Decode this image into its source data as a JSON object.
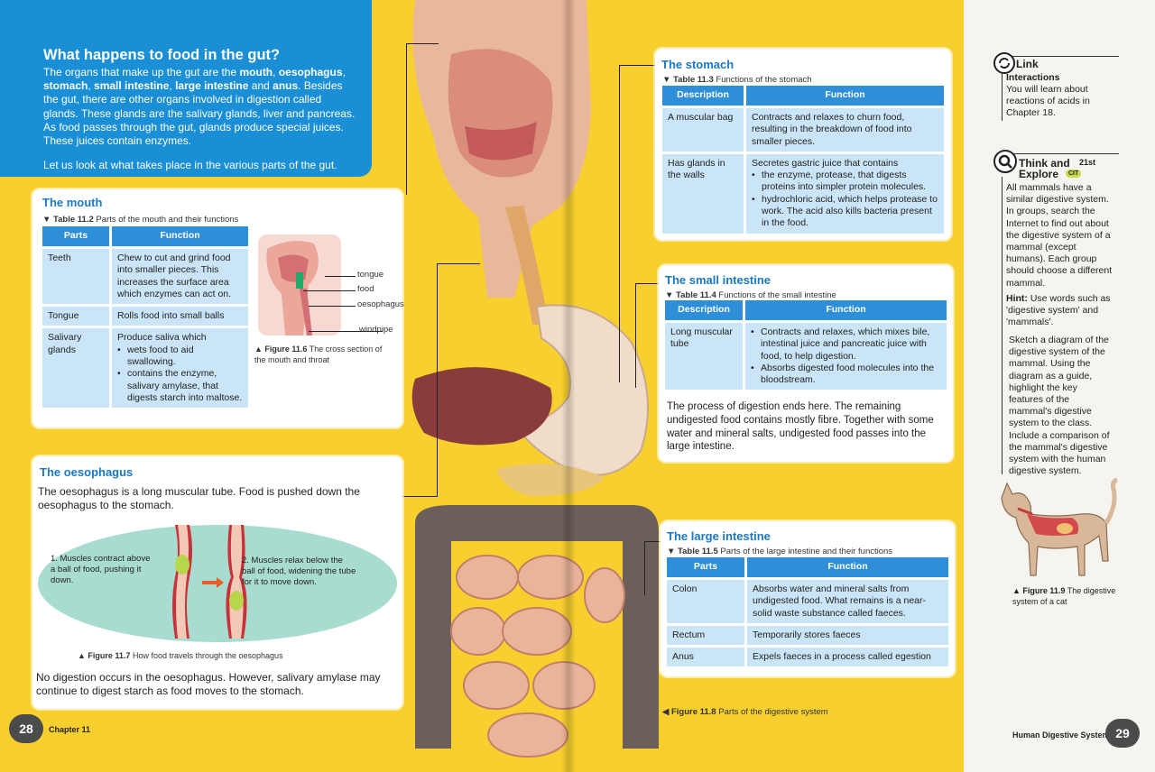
{
  "intro": {
    "title": "What happens to food in the gut?",
    "p1_a": "The organs that make up the gut are the ",
    "p1_mouth": "mouth",
    "p1_sep1": ", ",
    "p1_oeso": "oesophagus",
    "p1_sep2": ", ",
    "p1_stomach": "stomach",
    "p1_sep3": ", ",
    "p1_small": "small intestine",
    "p1_sep4": ", ",
    "p1_large": "large intestine",
    "p1_and": " and ",
    "p1_anus": "anus",
    "p1_rest": ". Besides the gut, there are other organs involved in digestion called glands. These glands are the salivary glands, liver and pancreas. As food passes through the gut, glands produce special juices. These juices contain enzymes.",
    "p2": "Let us look at what takes place in the various parts of the gut."
  },
  "mouth": {
    "title": "The mouth",
    "caption_num": "▼ Table 11.2",
    "caption_txt": "Parts of the mouth and their functions",
    "headers": [
      "Parts",
      "Function"
    ],
    "rows": [
      {
        "part": "Teeth",
        "func": "Chew to cut and grind food into smaller pieces. This increases the surface area which enzymes can act on."
      },
      {
        "part": "Tongue",
        "func": "Rolls food into small balls"
      },
      {
        "part": "Salivary glands",
        "func": "Produce saliva which",
        "bullets": [
          "wets food to aid swallowing.",
          "contains the enzyme, salivary amylase, that digests starch into maltose."
        ]
      }
    ],
    "figure": {
      "labels": [
        "tongue",
        "food",
        "oesophagus",
        "windpipe"
      ],
      "caption_num": "▲ Figure 11.6",
      "caption_txt": "The cross section of the mouth and throat"
    }
  },
  "oesophagus": {
    "title": "The oesophagus",
    "lead": "The oesophagus is a long muscular tube. Food is pushed down the oesophagus to the stomach.",
    "step1": "1. Muscles contract above a ball of food, pushing it down.",
    "step2": "2. Muscles relax below the ball of food, widening the tube for it to move down.",
    "caption_num": "▲ Figure 11.7",
    "caption_txt": "How food travels through the oesophagus",
    "tail": "No digestion occurs in the oesophagus. However, salivary amylase may continue to digest starch as food moves to the stomach."
  },
  "stomach": {
    "title": "The stomach",
    "caption_num": "▼ Table 11.3",
    "caption_txt": "Functions of the stomach",
    "headers": [
      "Description",
      "Function"
    ],
    "rows": [
      {
        "desc": "A muscular bag",
        "func": "Contracts and relaxes to churn food, resulting in the breakdown of food into smaller pieces."
      },
      {
        "desc": "Has glands in the walls",
        "func": "Secretes gastric juice that contains",
        "bullets": [
          "the enzyme, protease, that digests proteins into simpler protein molecules.",
          "hydrochloric acid, which helps protease to work. The acid also kills bacteria present in the food."
        ]
      }
    ]
  },
  "small_intestine": {
    "title": "The small intestine",
    "caption_num": "▼ Table 11.4",
    "caption_txt": "Functions of the small intestine",
    "headers": [
      "Description",
      "Function"
    ],
    "rows": [
      {
        "desc": "Long muscular tube",
        "bullets": [
          "Contracts and relaxes, which mixes bile, intestinal juice and pancreatic juice with food, to help digestion.",
          "Absorbs digested food molecules into the bloodstream."
        ]
      }
    ],
    "para": "The process of digestion ends here. The remaining undigested food contains mostly fibre. Together with some water and mineral salts, undigested food passes into the large intestine."
  },
  "large_intestine": {
    "title": "The large intestine",
    "caption_num": "▼ Table 11.5",
    "caption_txt": "Parts of the large intestine and their functions",
    "headers": [
      "Parts",
      "Function"
    ],
    "rows": [
      {
        "part": "Colon",
        "func": "Absorbs water and mineral salts from undigested food. What remains is a near-solid waste substance called faeces."
      },
      {
        "part": "Rectum",
        "func": "Temporarily stores faeces"
      },
      {
        "part": "Anus",
        "func": "Expels faeces in a process called egestion"
      }
    ]
  },
  "figure_11_8": {
    "num": "◀ Figure 11.8",
    "txt": "Parts of the digestive system"
  },
  "sidebar": {
    "link_title": "Link",
    "link_sub": "Interactions",
    "link_txt": "You will learn about reactions of acids in Chapter 18.",
    "think_title1": "Think and",
    "think_badge": "21st",
    "think_title2": "Explore",
    "think_badge2": "CIT",
    "think_p1": "All mammals have a similar digestive system. In groups, search the Internet to find out about the digestive system of a mammal (except humans). Each group should choose a different mammal.",
    "hint_label": "Hint:",
    "hint_txt": " Use words such as 'digestive system' and 'mammals'.",
    "think_p3": "Sketch a diagram of the digestive system of the mammal. Using the diagram as a guide, highlight the key features of the mammal's digestive system to the class. Include a comparison of the mammal's digestive system with the human digestive system.",
    "fig_num": "▲ Figure 11.9",
    "fig_txt": "The digestive system of a cat"
  },
  "footer": {
    "left_page": "28",
    "left_label": "Chapter 11",
    "right_label": "Human Digestive System",
    "right_page": "29"
  },
  "colors": {
    "page_bg": "#f7cf2e",
    "intro_blue": "#1a8fd6",
    "table_header": "#2e8fd8",
    "table_cell": "#c9e5f7",
    "title_blue": "#1a78c2"
  }
}
